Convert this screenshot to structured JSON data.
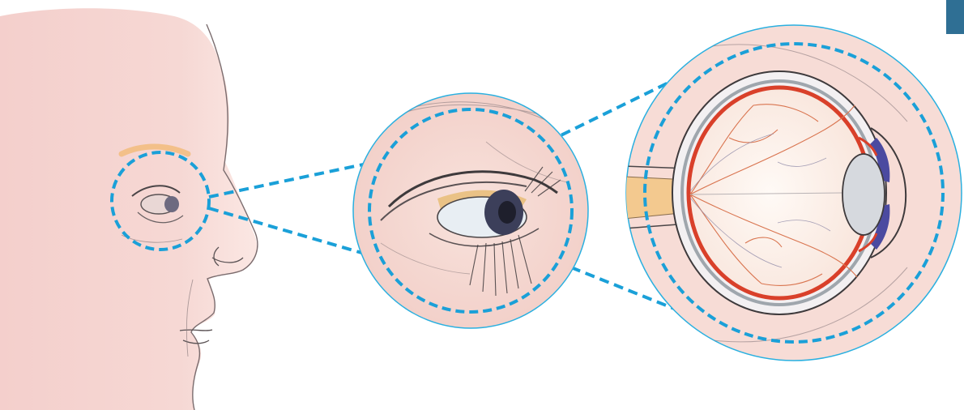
{
  "figure": {
    "panels": [
      "face-profile",
      "eye-closeup",
      "eyeball-cross-section"
    ],
    "colors": {
      "skin": "#f5d5d3",
      "skin_shadow": "#eab9b8",
      "outline": "#4a4547",
      "callout": "#1aa0d8",
      "circle_border": "#2ab0e0",
      "inset_bg": "#f7dcd6",
      "sclera_red": "#d9402a",
      "retina_fill": "#fbf1ec",
      "vessels": "#d9744f",
      "optic_nerve": "#f3c98f",
      "lens": "#d6d9de",
      "iris": "#4b4aa0",
      "eyebrow": "#f2b870",
      "corner_tab": "#2f6f94"
    },
    "icons": [
      "face-profile-drawing",
      "eye-closeup-drawing",
      "eyeball-anatomy-drawing"
    ]
  }
}
